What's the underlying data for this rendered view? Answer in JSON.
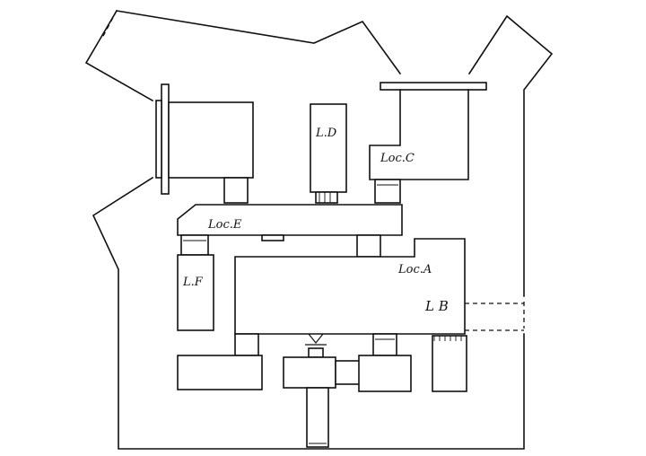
{
  "labels": {
    "loc_a": "Loc.A",
    "loc_b": "L B",
    "loc_c": "Loc.C",
    "loc_d": "L.D",
    "loc_e": "Loc.E",
    "loc_f": "L.F"
  },
  "colors": {
    "ink": "#111111",
    "paper": "#ffffff"
  }
}
